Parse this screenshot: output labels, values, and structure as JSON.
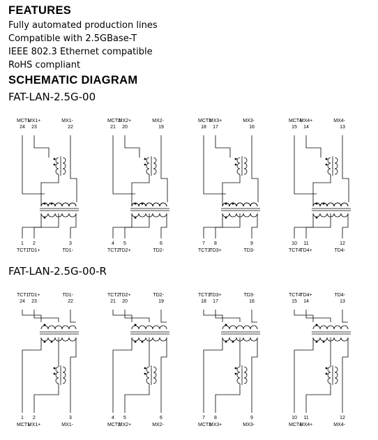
{
  "features": {
    "title": "FEATURES",
    "items": [
      "Fully automated production lines",
      "Compatible with 2.5GBase-T",
      "IEEE 802.3 Ethernet compatible",
      "RoHS compliant"
    ]
  },
  "schematic": {
    "title": "SCHEMATIC DIAGRAM",
    "diagrams": [
      {
        "part_number": "FAT-LAN-2.5G-00",
        "channels": [
          {
            "top": [
              {
                "name": "MCT1",
                "pin": "24"
              },
              {
                "name": "MX1+",
                "pin": "23"
              },
              {
                "name": "MX1-",
                "pin": "22"
              }
            ],
            "bottom": [
              {
                "pin": "1",
                "name": "TCT1"
              },
              {
                "pin": "2",
                "name": "TD1+"
              },
              {
                "pin": "3",
                "name": "TD1-"
              }
            ]
          },
          {
            "top": [
              {
                "name": "MCT2",
                "pin": "21"
              },
              {
                "name": "MX2+",
                "pin": "20"
              },
              {
                "name": "MX2-",
                "pin": "19"
              }
            ],
            "bottom": [
              {
                "pin": "4",
                "name": "TCT2"
              },
              {
                "pin": "5",
                "name": "TD2+"
              },
              {
                "pin": "6",
                "name": "TD2-"
              }
            ]
          },
          {
            "top": [
              {
                "name": "MCT3",
                "pin": "18"
              },
              {
                "name": "MX3+",
                "pin": "17"
              },
              {
                "name": "MX3-",
                "pin": "16"
              }
            ],
            "bottom": [
              {
                "pin": "7",
                "name": "TCT3"
              },
              {
                "pin": "8",
                "name": "TD3+"
              },
              {
                "pin": "9",
                "name": "TD3-"
              }
            ]
          },
          {
            "top": [
              {
                "name": "MCT4",
                "pin": "15"
              },
              {
                "name": "MX4+",
                "pin": "14"
              },
              {
                "name": "MX4-",
                "pin": "13"
              }
            ],
            "bottom": [
              {
                "pin": "10",
                "name": "TCT4"
              },
              {
                "pin": "11",
                "name": "TD4+"
              },
              {
                "pin": "12",
                "name": "TD4-"
              }
            ]
          }
        ]
      },
      {
        "part_number": "FAT-LAN-2.5G-00-R",
        "channels": [
          {
            "top": [
              {
                "name": "TCT1",
                "pin": "24"
              },
              {
                "name": "TD1+",
                "pin": "23"
              },
              {
                "name": "TD1-",
                "pin": "22"
              }
            ],
            "bottom": [
              {
                "pin": "1",
                "name": "MCT1"
              },
              {
                "pin": "2",
                "name": "MX1+"
              },
              {
                "pin": "3",
                "name": "MX1-"
              }
            ]
          },
          {
            "top": [
              {
                "name": "TCT2",
                "pin": "21"
              },
              {
                "name": "TD2+",
                "pin": "20"
              },
              {
                "name": "TD2-",
                "pin": "19"
              }
            ],
            "bottom": [
              {
                "pin": "4",
                "name": "MCT2"
              },
              {
                "pin": "5",
                "name": "MX2+"
              },
              {
                "pin": "6",
                "name": "MX2-"
              }
            ]
          },
          {
            "top": [
              {
                "name": "TCT3",
                "pin": "18"
              },
              {
                "name": "TD3+",
                "pin": "17"
              },
              {
                "name": "TD3-",
                "pin": "16"
              }
            ],
            "bottom": [
              {
                "pin": "7",
                "name": "MCT3"
              },
              {
                "pin": "8",
                "name": "MX3+"
              },
              {
                "pin": "9",
                "name": "MX3-"
              }
            ]
          },
          {
            "top": [
              {
                "name": "TCT4",
                "pin": "15"
              },
              {
                "name": "TD4+",
                "pin": "14"
              },
              {
                "name": "TD4-",
                "pin": "13"
              }
            ],
            "bottom": [
              {
                "pin": "10",
                "name": "MCT4"
              },
              {
                "pin": "11",
                "name": "MX4+"
              },
              {
                "pin": "12",
                "name": "MX4-"
              }
            ]
          }
        ]
      }
    ]
  }
}
